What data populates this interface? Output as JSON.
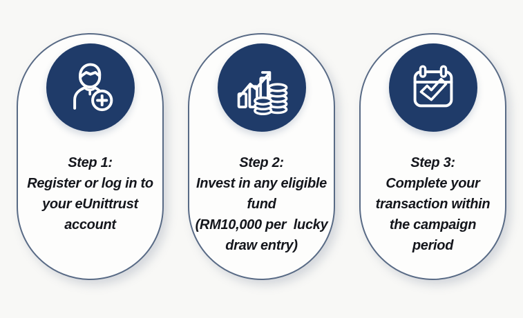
{
  "page": {
    "background_color": "#f8f8f6",
    "card_background": "#fdfdfc",
    "card_border_color": "#586a85",
    "accent_navy": "#1f3b69",
    "icon_stroke_color": "#ffffff",
    "text_color": "#14161c"
  },
  "cards": [
    {
      "id": "step-1",
      "icon": "add-user-icon",
      "lines": [
        "Step 1:",
        "Register or log in to",
        "your eUnittrust",
        "account"
      ]
    },
    {
      "id": "step-2",
      "icon": "investment-growth-icon",
      "lines": [
        "Step 2:",
        "Invest in any eligible",
        "fund",
        "(RM10,000 per  lucky",
        "draw entry)"
      ]
    },
    {
      "id": "step-3",
      "icon": "calendar-check-icon",
      "lines": [
        "Step 3:",
        "Complete your",
        "transaction within",
        "the campaign",
        "period"
      ]
    }
  ]
}
